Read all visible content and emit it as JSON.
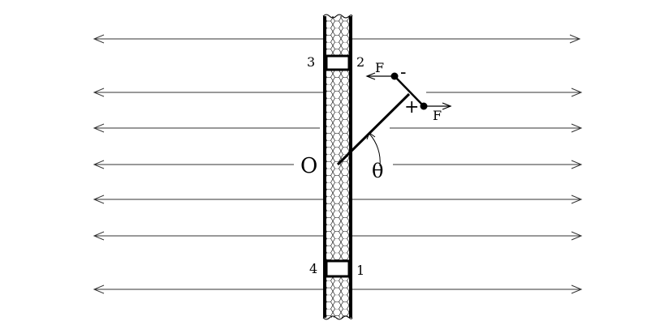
{
  "labels": {
    "origin": "O",
    "angle": "θ",
    "force_top": "F",
    "force_bottom": "F",
    "charge_negative": "-",
    "charge_positive": "+",
    "corner_top_left": "3",
    "corner_top_right": "2",
    "corner_bottom_left": "4",
    "corner_bottom_right": "1"
  },
  "colors": {
    "ink": "#000000",
    "background": "#ffffff",
    "arrow": "#333333"
  },
  "field_arrows": {
    "count": 7,
    "direction": "double-headed, horizontal"
  }
}
